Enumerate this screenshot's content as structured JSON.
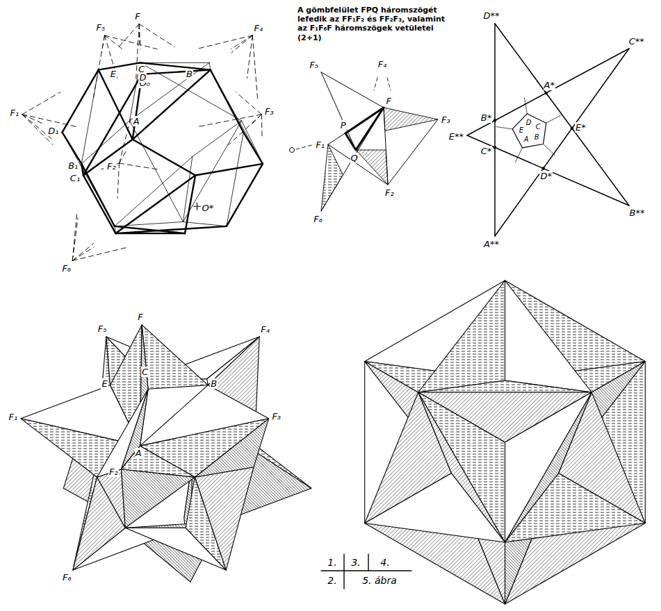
{
  "diagram": {
    "labels": [
      "F",
      "F₅",
      "F₄",
      "F₁",
      "E",
      "A",
      "O₀",
      "D",
      "C",
      "B",
      "D₁",
      "F₂",
      "F₃",
      "O*",
      "B₁",
      "C₁",
      "F₆",
      "A gömbfelület FPQ háromszögét lefedik az FF₁F₂ és FF₂F₃, valamint az F₁F₆F háromszögek vetületei (2+1)",
      "F₄",
      "F₅",
      "F",
      "F₃",
      "P",
      "F₁",
      "Q",
      "F₂",
      "F₆",
      "D**",
      "C**",
      "A*",
      "B*",
      "E**",
      "D",
      "E",
      "C",
      "A",
      "B",
      "E*",
      "C*",
      "D*",
      "B**",
      "A**",
      "F",
      "F₅",
      "F₄",
      "F₁",
      "E",
      "A",
      "B",
      "C",
      "F₃",
      "F₂",
      "F₆",
      "1.",
      "3.",
      "4.",
      "2.",
      "5. ábra"
    ]
  }
}
